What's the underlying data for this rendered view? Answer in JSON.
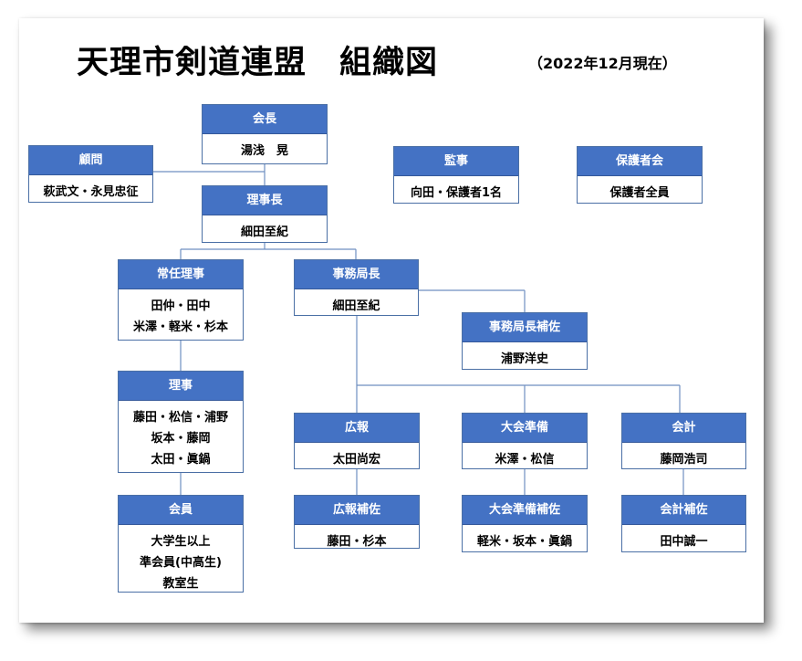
{
  "title": "天理市剣道連盟　組織図",
  "as_of": "（2022年12月現在）",
  "boxes": {
    "chair": {
      "header": "会長",
      "lines": [
        "湯浅　晃"
      ]
    },
    "advisor": {
      "header": "顧問",
      "lines": [
        "萩武文・永見忠征"
      ]
    },
    "director_general": {
      "header": "理事長",
      "lines": [
        "細田至紀"
      ]
    },
    "auditor": {
      "header": "監事",
      "lines": [
        "向田・保護者1名"
      ]
    },
    "guardians": {
      "header": "保護者会",
      "lines": [
        "保護者全員"
      ]
    },
    "standing_directors": {
      "header": "常任理事",
      "lines": [
        "田仲・田中",
        "米澤・軽米・杉本"
      ]
    },
    "secretary_general": {
      "header": "事務局長",
      "lines": [
        "細田至紀"
      ]
    },
    "secretary_assistant": {
      "header": "事務局長補佐",
      "lines": [
        "浦野洋史"
      ]
    },
    "directors": {
      "header": "理事",
      "lines": [
        "藤田・松信・浦野",
        "坂本・藤岡",
        "太田・眞鍋"
      ]
    },
    "members": {
      "header": "会員",
      "lines": [
        "大学生以上",
        "準会員(中高生)",
        "教室生"
      ]
    },
    "pr": {
      "header": "広報",
      "lines": [
        "太田尚宏"
      ]
    },
    "pr_assistant": {
      "header": "広報補佐",
      "lines": [
        "藤田・杉本"
      ]
    },
    "tournament": {
      "header": "大会準備",
      "lines": [
        "米澤・松信"
      ]
    },
    "tournament_assistant": {
      "header": "大会準備補佐",
      "lines": [
        "軽米・坂本・眞鍋"
      ]
    },
    "accounting": {
      "header": "会計",
      "lines": [
        "藤岡浩司"
      ]
    },
    "accounting_assistant": {
      "header": "会計補佐",
      "lines": [
        "田中誠一"
      ]
    }
  },
  "colors": {
    "header_fill": "#4472c4",
    "border": "#4a6fa5",
    "connector": "#6f8fc0"
  }
}
